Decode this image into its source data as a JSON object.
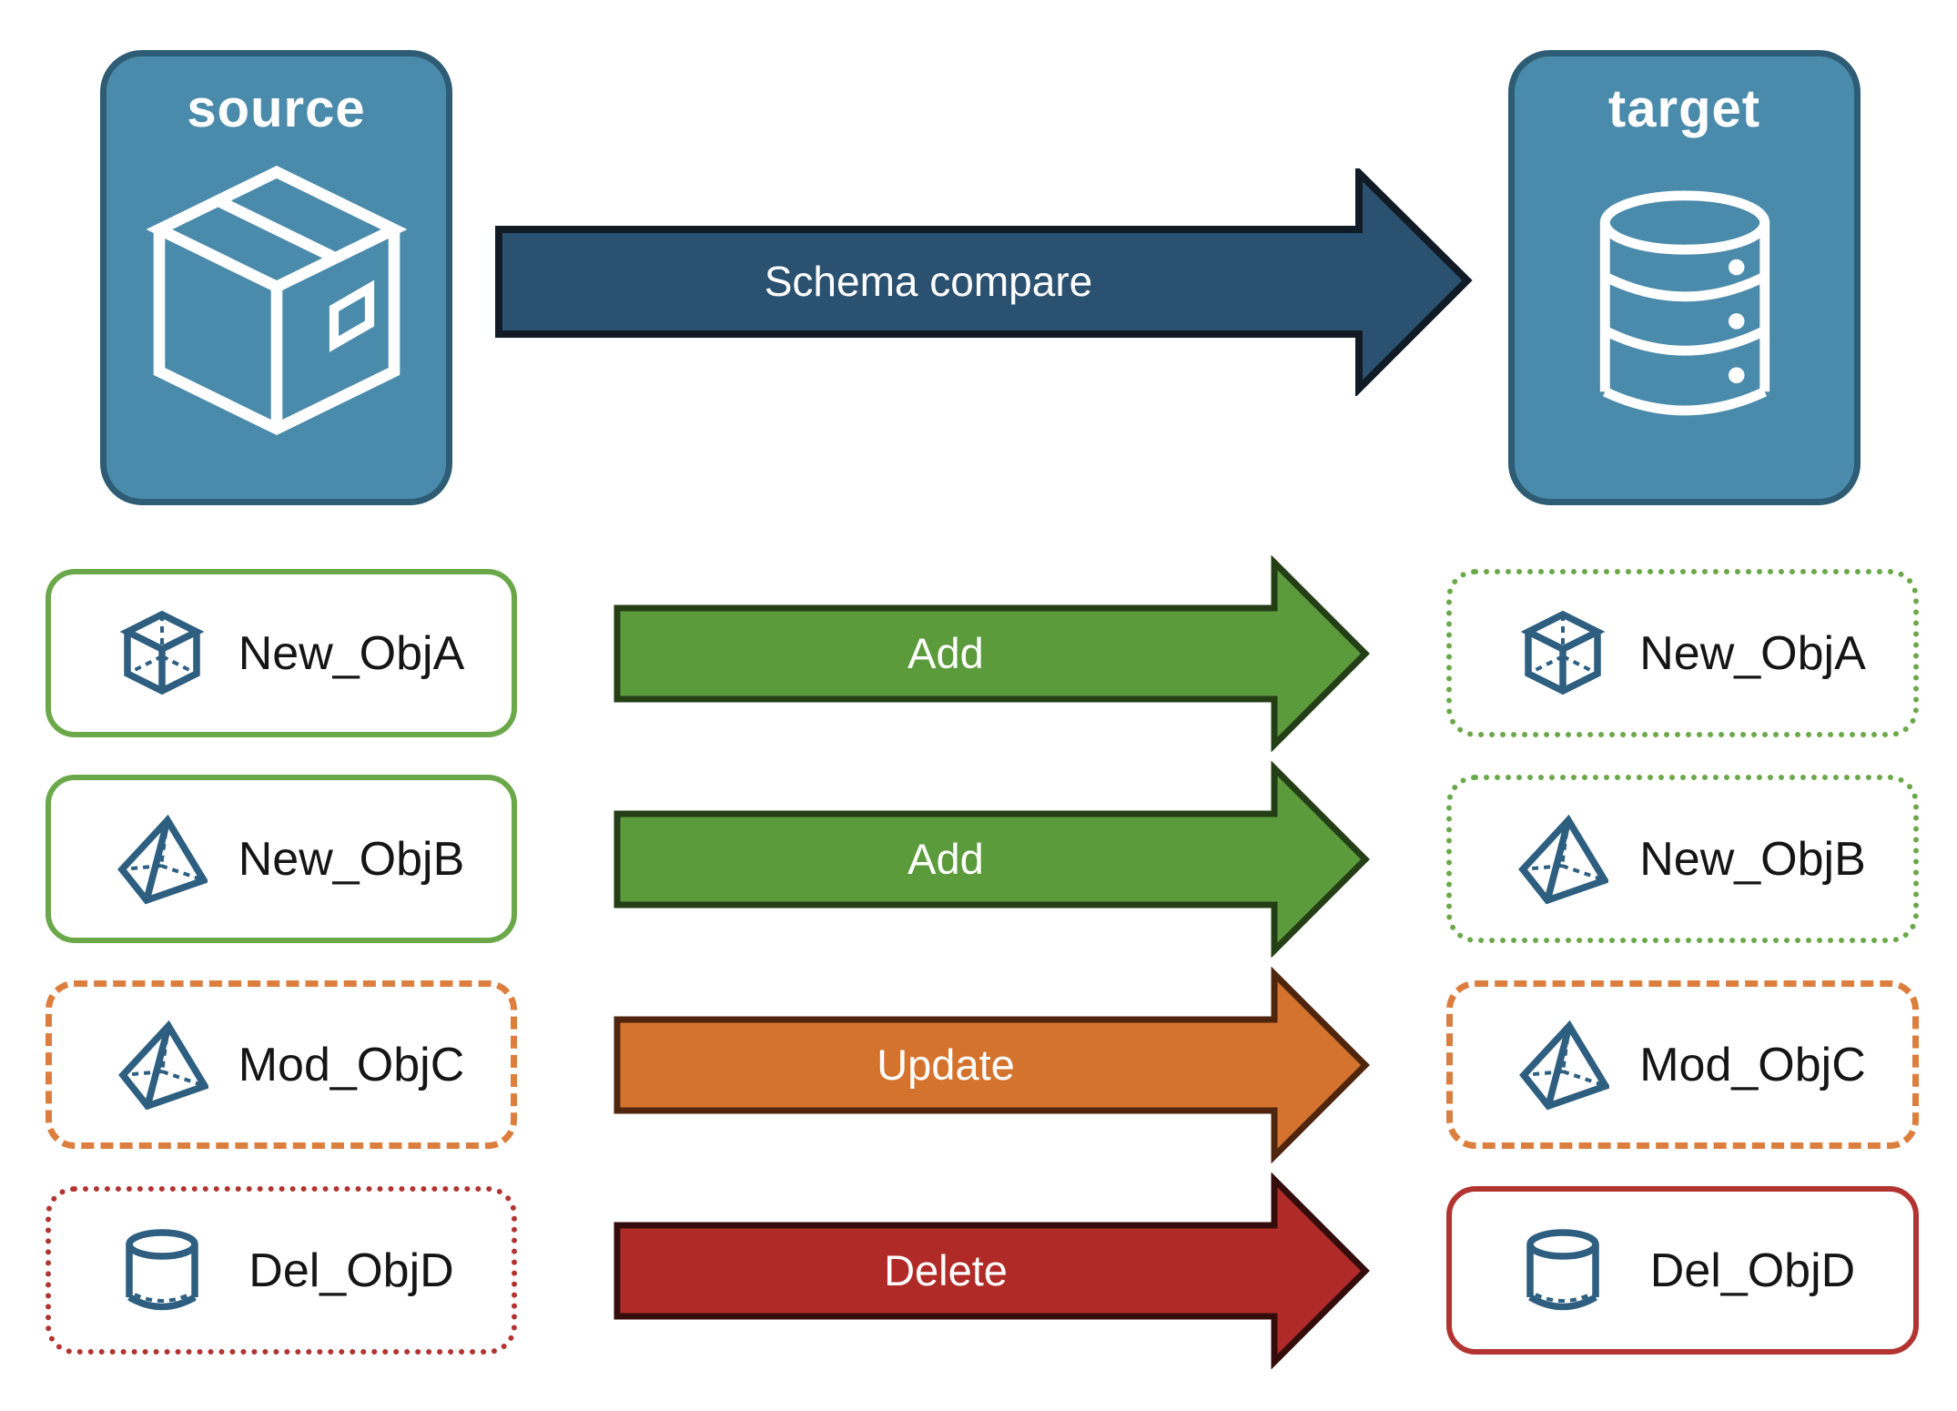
{
  "source_panel": {
    "label": "source",
    "icon": "package-icon"
  },
  "target_panel": {
    "label": "target",
    "icon": "database-icon"
  },
  "compare_arrow": {
    "label": "Schema compare"
  },
  "rows": [
    {
      "object": "New_ObjA",
      "icon": "cube-icon",
      "action": "Add",
      "source_box_style": "green-solid",
      "target_box_style": "green-dotted"
    },
    {
      "object": "New_ObjB",
      "icon": "pyramid-icon",
      "action": "Add",
      "source_box_style": "green-solid",
      "target_box_style": "green-dotted"
    },
    {
      "object": "Mod_ObjC",
      "icon": "pyramid-icon",
      "action": "Update",
      "source_box_style": "orange-dashed",
      "target_box_style": "orange-dashed"
    },
    {
      "object": "Del_ObjD",
      "icon": "cylinder-icon",
      "action": "Delete",
      "source_box_style": "red-dotted",
      "target_box_style": "red-solid"
    }
  ],
  "colors": {
    "panel_fill": "#4A8BAB",
    "panel_border": "#2E5C74",
    "panel_text": "#FFFFFF",
    "compare_arrow_fill": "#2B5170",
    "compare_arrow_outline": "#111B26",
    "add_arrow_fill": "#5B9B3C",
    "add_arrow_outline": "#243E15",
    "update_arrow_fill": "#D4732E",
    "update_arrow_outline": "#4F250D",
    "delete_arrow_fill": "#B02B27",
    "delete_arrow_outline": "#330C0B",
    "green_box_border": "#6BA84A",
    "orange_box_border": "#DC7E3D",
    "red_box_border": "#B23431",
    "object_icon_stroke": "#2E5F80",
    "object_text": "#151515",
    "arrow_text": "#FFFFFF"
  }
}
